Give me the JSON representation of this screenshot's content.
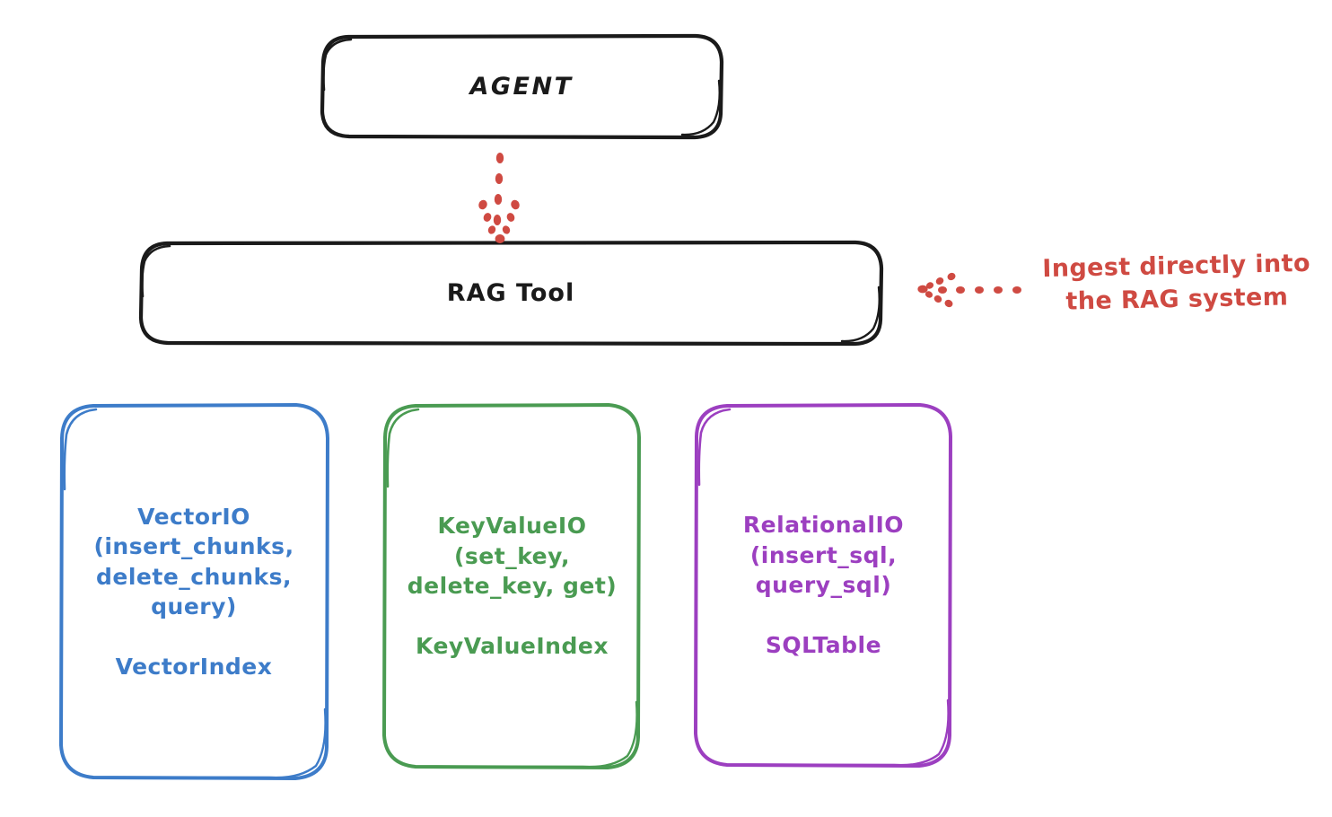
{
  "diagram": {
    "title_node": {
      "label": "AGENT"
    },
    "tool_node": {
      "label": "RAG Tool"
    },
    "annotation": {
      "text": "Ingest directly into\nthe RAG system",
      "color": "#cf4a42"
    },
    "arrows": [
      {
        "name": "agent-to-ragtool",
        "style": "dotted",
        "color": "#cf4a42",
        "direction": "down"
      },
      {
        "name": "annotation-to-ragtool",
        "style": "dotted",
        "color": "#cf4a42",
        "direction": "left"
      }
    ],
    "stores": [
      {
        "name": "vectorio",
        "label": "VectorIO\n(insert_chunks,\ndelete_chunks,\nquery)\n\nVectorIndex",
        "api": "VectorIO",
        "methods": [
          "insert_chunks",
          "delete_chunks",
          "query"
        ],
        "index": "VectorIndex",
        "color": "#3d7cc9"
      },
      {
        "name": "keyvalueio",
        "label": "KeyValueIO\n(set_key,\ndelete_key, get)\n\nKeyValueIndex",
        "api": "KeyValueIO",
        "methods": [
          "set_key",
          "delete_key",
          "get"
        ],
        "index": "KeyValueIndex",
        "color": "#4a9b52"
      },
      {
        "name": "relationalio",
        "label": "RelationalIO\n(insert_sql,\nquery_sql)\n\nSQLTable",
        "api": "RelationalIO",
        "methods": [
          "insert_sql",
          "query_sql"
        ],
        "index": "SQLTable",
        "color": "#9c3fc0"
      }
    ],
    "colors": {
      "outline_dark": "#1a1a1a",
      "blue": "#3d7cc9",
      "green": "#4a9b52",
      "purple": "#9c3fc0",
      "red": "#cf4a42",
      "background": "#ffffff"
    }
  }
}
